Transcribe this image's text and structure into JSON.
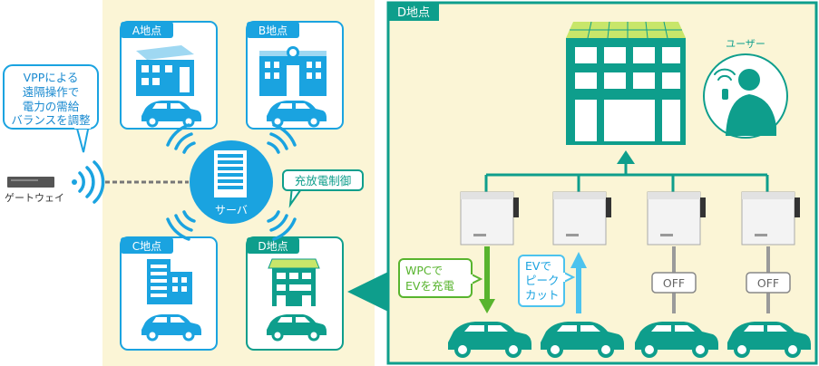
{
  "sites": {
    "a": "A地点",
    "b": "B地点",
    "c": "C地点",
    "d": "D地点"
  },
  "server_label": "サーバ",
  "gateway_label": "ゲートウェイ",
  "vpp_callout": [
    "VPPによる",
    "遠隔操作で",
    "電力の需給",
    "バランスを調整"
  ],
  "control_callout": "充放電制御",
  "detail": {
    "title": "D地点",
    "user_label": "ユーザー",
    "wpc_callout": [
      "WPCで",
      "EVを充電"
    ],
    "peak_callout": [
      "EVで",
      "ピーク",
      "カット"
    ],
    "off_label_1": "OFF",
    "off_label_2": "OFF"
  },
  "colors": {
    "teal": "#0e9e8c",
    "blue": "#1aa3e0",
    "cream": "#fbf5d6",
    "green_arrow": "#58b42e",
    "blue_arrow": "#4cc3ee",
    "gray_arrow": "#9a9a9a"
  }
}
